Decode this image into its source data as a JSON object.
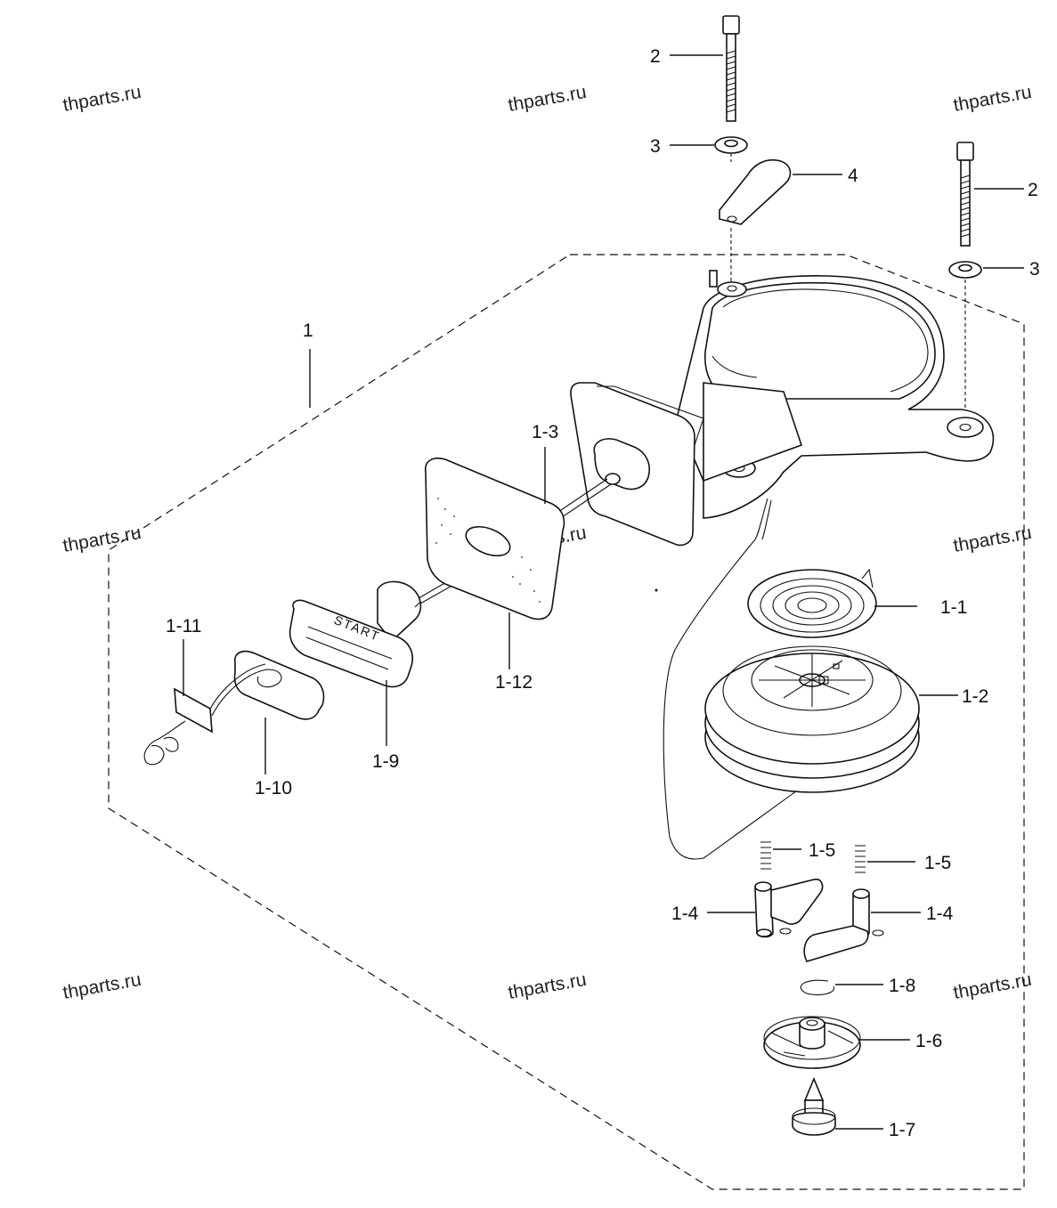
{
  "watermark": "thparts.ru",
  "start_text": "START",
  "callouts": {
    "c1": "1",
    "c2a": "2",
    "c2b": "2",
    "c3a": "3",
    "c3b": "3",
    "c4": "4",
    "c1_1": "1-1",
    "c1_2": "1-2",
    "c1_3": "1-3",
    "c1_4a": "1-4",
    "c1_4b": "1-4",
    "c1_5a": "1-5",
    "c1_5b": "1-5",
    "c1_6": "1-6",
    "c1_7": "1-7",
    "c1_8": "1-8",
    "c1_9": "1-9",
    "c1_10": "1-10",
    "c1_11": "1-11",
    "c1_12": "1-12"
  },
  "colors": {
    "line": "#111111",
    "background": "#ffffff"
  }
}
